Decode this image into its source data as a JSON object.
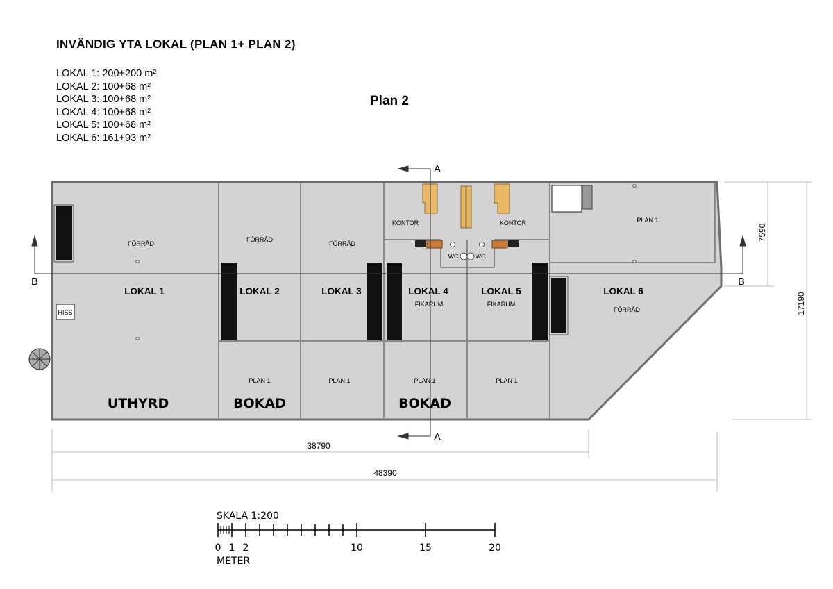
{
  "header": {
    "title": "INVÄNDIG YTA LOKAL (PLAN 1+ PLAN 2)",
    "areas": [
      "LOKAL 1: 200+200 m²",
      "LOKAL 2: 100+68 m²",
      "LOKAL 3: 100+68 m²",
      "LOKAL 4: 100+68 m²",
      "LOKAL 5: 100+68 m²",
      "LOKAL 6: 161+93 m²"
    ],
    "plan_title": "Plan 2"
  },
  "plan": {
    "lokal": [
      "LOKAL 1",
      "LOKAL 2",
      "LOKAL 3",
      "LOKAL 4",
      "LOKAL 5",
      "LOKAL 6"
    ],
    "forrad": "FÖRRÅD",
    "plan1": "PLAN 1",
    "kontor": "KONTOR",
    "fikarum": "FIKARUM",
    "wc": "WC",
    "hiss": "HISS",
    "status_uthyrd": "UTHYRD",
    "status_bokad": "BOKAD"
  },
  "section_marks": {
    "a": "A",
    "b": "B"
  },
  "dimensions": {
    "total_length": "48390",
    "partial_length": "38790",
    "total_depth": "17190",
    "upper_depth": "7590"
  },
  "scale": {
    "label": "SKALA 1:200",
    "unit": "METER",
    "ticks": [
      "0",
      "1",
      "2",
      "10",
      "15",
      "20"
    ]
  },
  "colors": {
    "floor": "#d3d3d3",
    "wall": "#6e6e6e",
    "stair": "#111111",
    "desk": "#e9b866",
    "counter": "#c87a3a"
  }
}
